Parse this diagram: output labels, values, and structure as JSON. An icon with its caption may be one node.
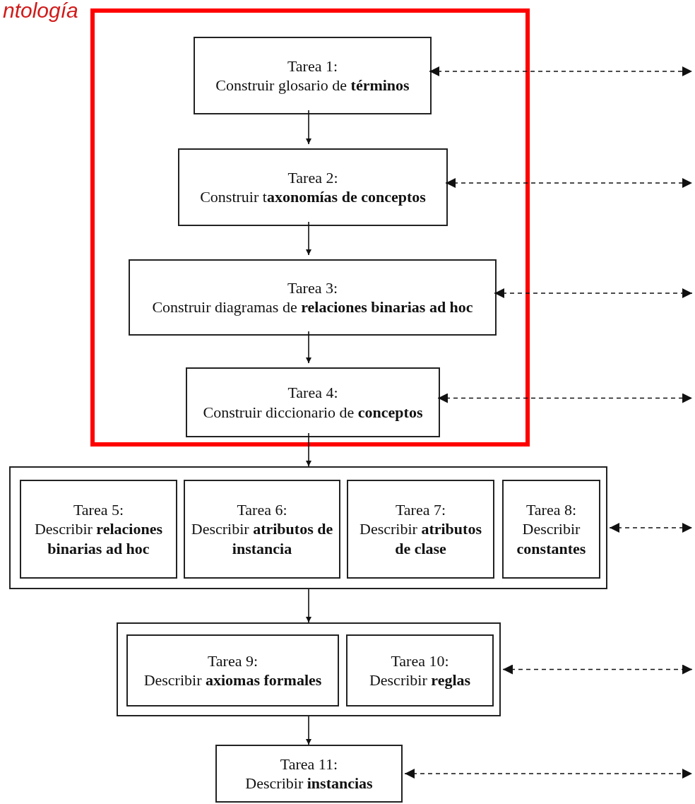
{
  "diagram": {
    "title": "ntología",
    "nodes": [
      {
        "text": [],
        "shape": "box"
      },
      {
        "text": [
          "Tarea 1:",
          "Construir glosario de **términos**"
        ],
        "in": 0
      },
      {
        "text": [
          "Tarea 2:",
          "Construir t**axonomías de conceptos**"
        ],
        "in": 0
      },
      {
        "text": [
          "Tarea 3:",
          "Construir diagramas de **relaciones binarias ad hoc**"
        ],
        "in": 0
      },
      {
        "text": [
          "Tarea 4:",
          "Construir diccionario de **conceptos**"
        ],
        "in": 0
      },
      {
        "text": [],
        "shape": "box"
      },
      {
        "text": [
          "Tarea 5:",
          "Describir **relaciones binarias ad hoc**"
        ],
        "in": 5
      },
      {
        "text": [
          "Tarea 6:",
          "Describir **atributos de instancia**"
        ],
        "in": 5
      },
      {
        "text": [
          "Tarea 7:",
          "Describir **atributos de clase**"
        ],
        "in": 5
      },
      {
        "text": [
          "Tarea 8:",
          "Describir **constantes**"
        ],
        "in": 5
      },
      {
        "text": [],
        "shape": "box"
      },
      {
        "text": [
          "Tarea 9:",
          "Describir **axiomas formales**"
        ],
        "in": 10
      },
      {
        "text": [
          "Tarea 10:",
          "Describir **reglas**"
        ],
        "in": 10
      },
      {
        "text": [
          "Tarea 11:",
          "Describir **instancias**"
        ]
      }
    ],
    "edges": [
      {
        "from": 1,
        "to": 2,
        "arrow": "to"
      },
      {
        "from": 2,
        "to": 3,
        "arrow": "to"
      },
      {
        "from": 3,
        "to": 4,
        "arrow": "to"
      },
      {
        "from": 4,
        "to": 5,
        "arrow": "to"
      },
      {
        "from": 5,
        "to": 10,
        "arrow": "to"
      },
      {
        "from": 10,
        "to": 13,
        "arrow": "to"
      },
      {
        "from": 1,
        "to": null,
        "arrow": "both",
        "style": "dashed"
      },
      {
        "from": 2,
        "to": null,
        "arrow": "both",
        "style": "dashed"
      },
      {
        "from": 3,
        "to": null,
        "arrow": "both",
        "style": "dashed"
      },
      {
        "from": 4,
        "to": null,
        "arrow": "both",
        "style": "dashed"
      },
      {
        "from": 5,
        "to": null,
        "arrow": "both",
        "style": "dashed"
      },
      {
        "from": 10,
        "to": null,
        "arrow": "both",
        "style": "dashed"
      },
      {
        "from": 13,
        "to": null,
        "arrow": "both",
        "style": "dashed"
      }
    ]
  }
}
